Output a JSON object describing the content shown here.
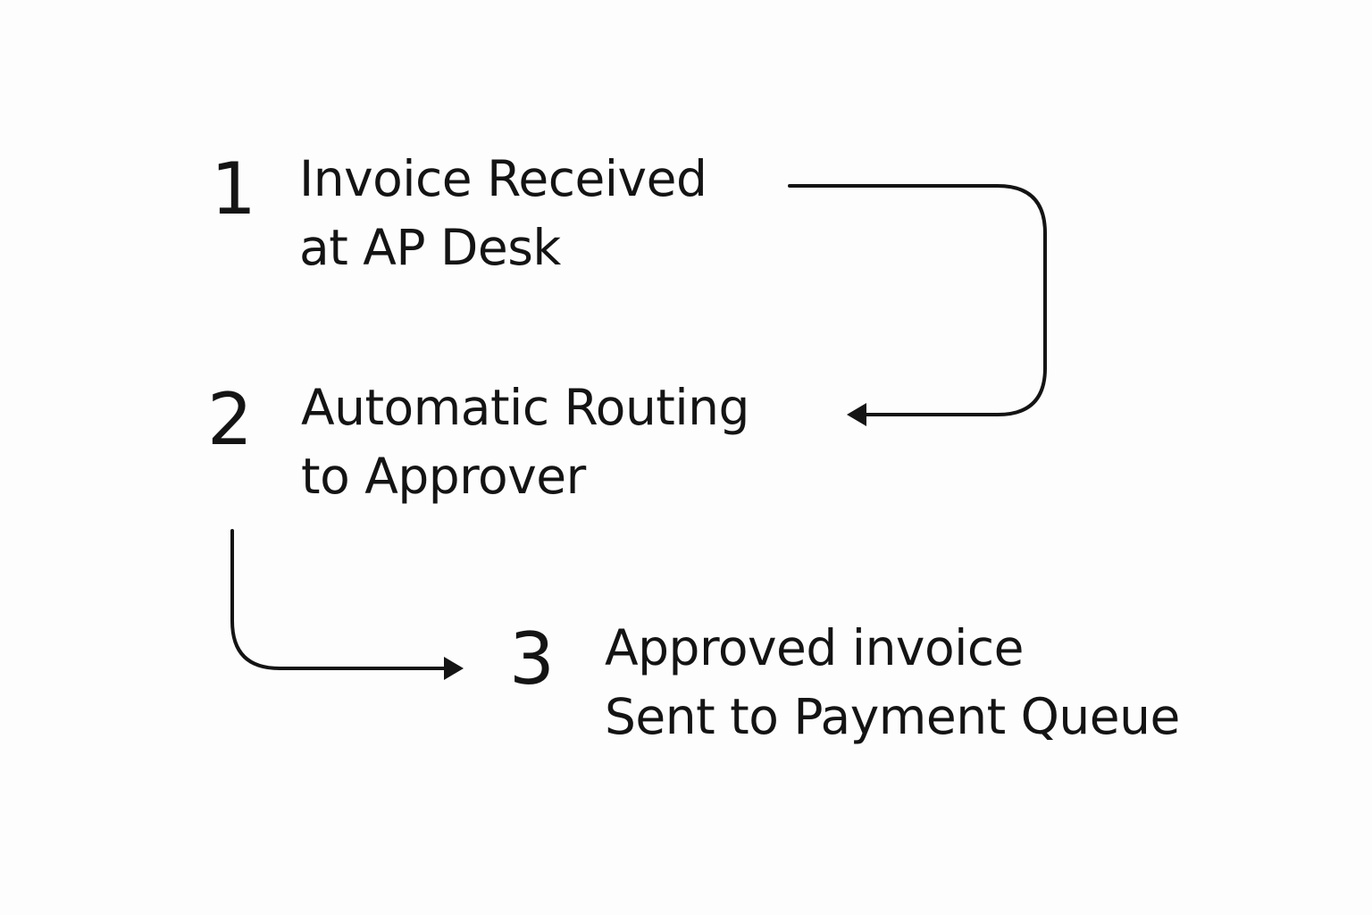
{
  "steps": [
    {
      "number": "1",
      "line1": "Invoice Received",
      "line2": "at AP Desk"
    },
    {
      "number": "2",
      "line1": "Automatic Routing",
      "line2": "to Approver"
    },
    {
      "number": "3",
      "line1": "Approved invoice",
      "line2": "Sent to Payment Queue"
    }
  ],
  "colors": {
    "ink": "#141414",
    "background": "#fdfdfd"
  }
}
